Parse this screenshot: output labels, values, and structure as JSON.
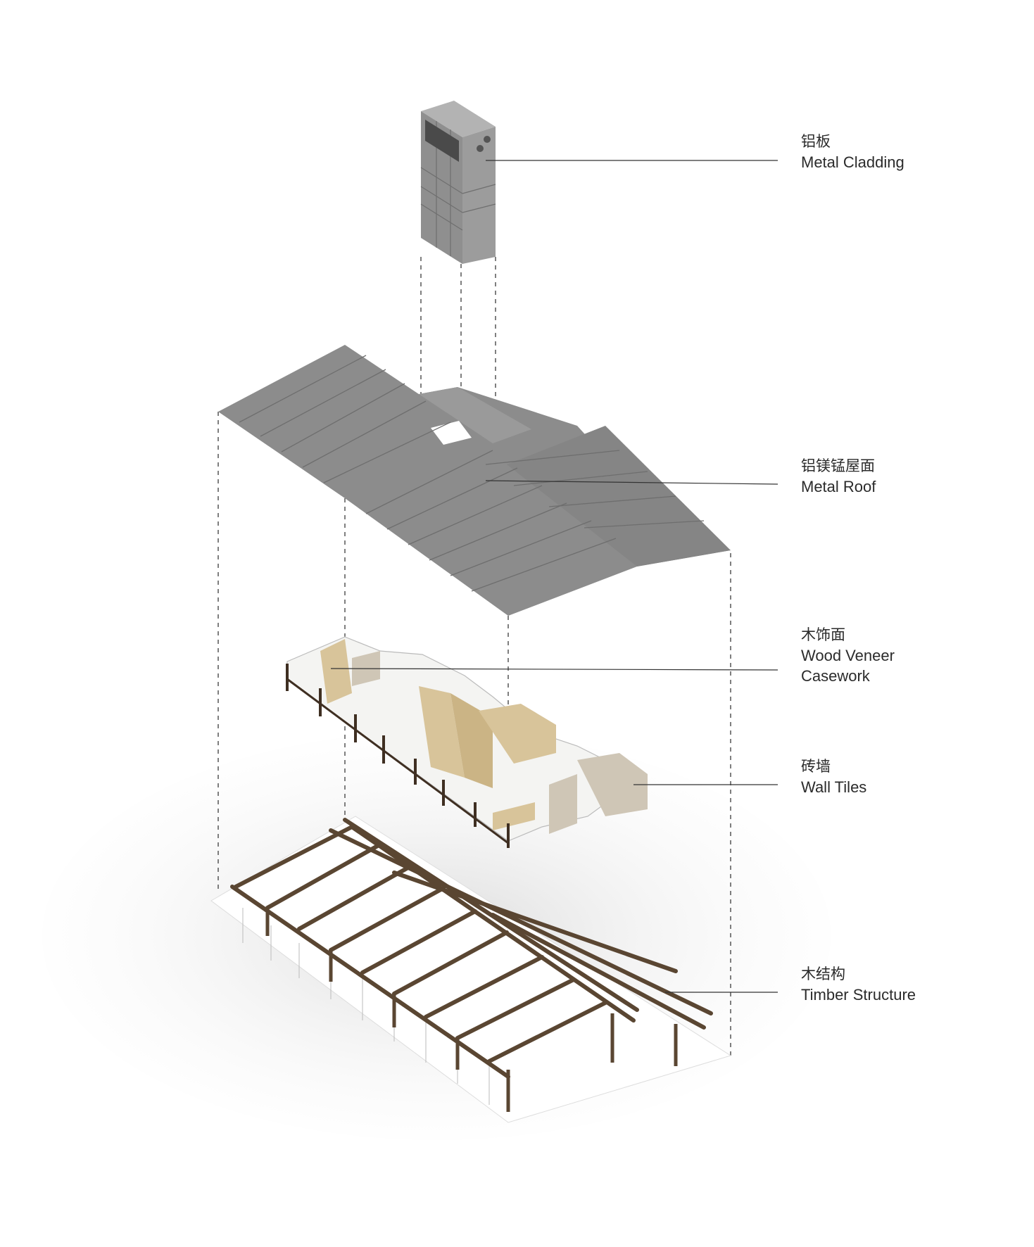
{
  "labels": [
    {
      "id": "cladding",
      "zh": "铝板",
      "en": [
        "Metal Cladding"
      ]
    },
    {
      "id": "roof",
      "zh": "铝镁锰屋面",
      "en": [
        "Metal Roof"
      ]
    },
    {
      "id": "veneer",
      "zh": "木饰面",
      "en": [
        "Wood Veneer",
        "Casework"
      ]
    },
    {
      "id": "walltiles",
      "zh": "砖墙",
      "en": [
        "Wall Tiles"
      ]
    },
    {
      "id": "timber",
      "zh": "木结构",
      "en": [
        "Timber Structure"
      ]
    }
  ],
  "colors": {
    "cladding": "#8f8f8f",
    "roof": "#8c8c8c",
    "timber": "#5a4632",
    "veneer": "#d8c49a",
    "tiles": "#cfc6b6",
    "leader": "#333333",
    "dashed": "#555555"
  }
}
